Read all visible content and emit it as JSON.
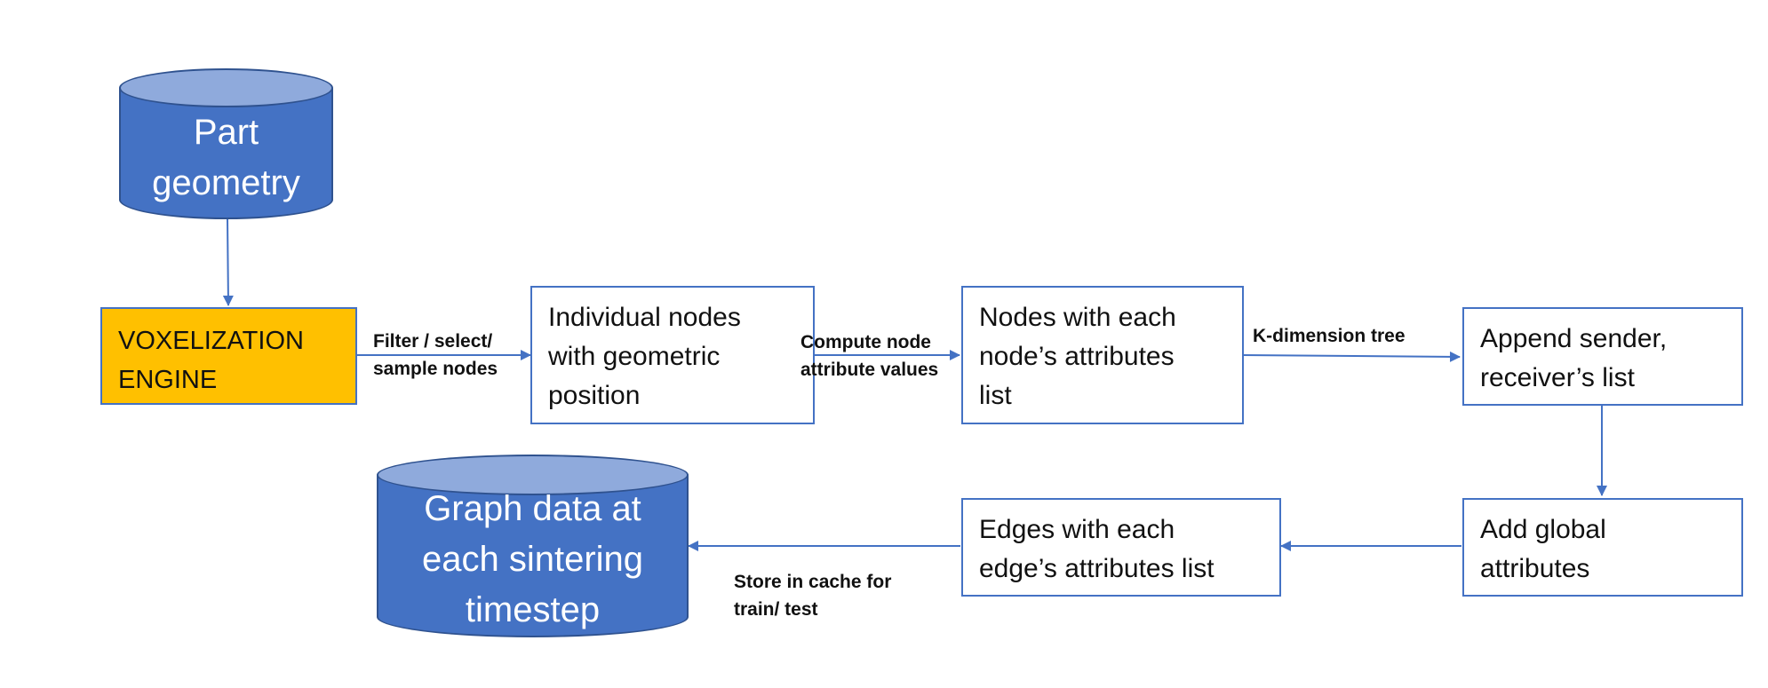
{
  "diagram": {
    "colors": {
      "arrow": "#4472c4",
      "engine_fill": "#ffc000",
      "cylinder_fill": "#4472c4",
      "cylinder_top": "#8faadc",
      "box_border": "#4472c4"
    },
    "nodes": {
      "part_geometry": "Part\ngeometry",
      "voxelization_engine": "VOXELIZATION\nENGINE",
      "individual_nodes": "Individual nodes\nwith geometric\nposition",
      "nodes_attributes": "Nodes with each\nnode’s attributes\nlist",
      "append_list": "Append sender,\nreceiver’s list",
      "add_global": "Add global\nattributes",
      "edges_attributes": "Edges with each\nedge’s attributes list",
      "graph_data": "Graph data at\neach sintering\ntimestep"
    },
    "edges": {
      "filter_select": "Filter / select/\nsample nodes",
      "compute_node": "Compute node\nattribute values",
      "kd_tree": "K-dimension tree",
      "store_cache": "Store in cache for\ntrain/ test"
    }
  }
}
